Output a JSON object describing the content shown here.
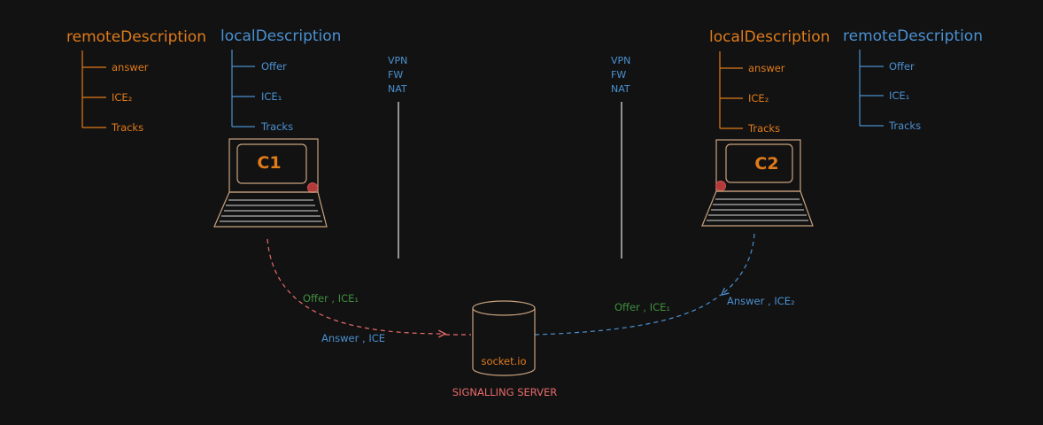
{
  "colors": {
    "background": "#121212",
    "orange": "#e07b1a",
    "blue": "#4a90d0",
    "green": "#3f8f3f",
    "pink": "#e86a6a",
    "white": "#d8d8d8",
    "laptop_stroke": "#c9a27e",
    "red_dot": "#b33a3a"
  },
  "left_peer": {
    "remote": {
      "title": "remoteDescription",
      "items": [
        "answer",
        "ICE₂",
        "Tracks"
      ]
    },
    "local": {
      "title": "localDescription",
      "items": [
        "Offer",
        "ICE₁",
        "Tracks"
      ]
    },
    "computer_label": "C1"
  },
  "right_peer": {
    "local": {
      "title": "localDescription",
      "items": [
        "answer",
        "ICE₂",
        "Tracks"
      ]
    },
    "remote": {
      "title": "remoteDescription",
      "items": [
        "Offer",
        "ICE₁",
        "Tracks"
      ]
    },
    "computer_label": "C2"
  },
  "barriers": {
    "left": [
      "VPN",
      "FW",
      "NAT"
    ],
    "right": [
      "VPN",
      "FW",
      "NAT"
    ]
  },
  "server": {
    "db_label": "socket.io",
    "caption": "SIGNALLING SERVER"
  },
  "flows": {
    "left_out": "Offer , ICE₁",
    "left_in": "Answer , ICE",
    "right_in": "Offer , ICE₁",
    "right_out": "Answer , ICE₂"
  }
}
